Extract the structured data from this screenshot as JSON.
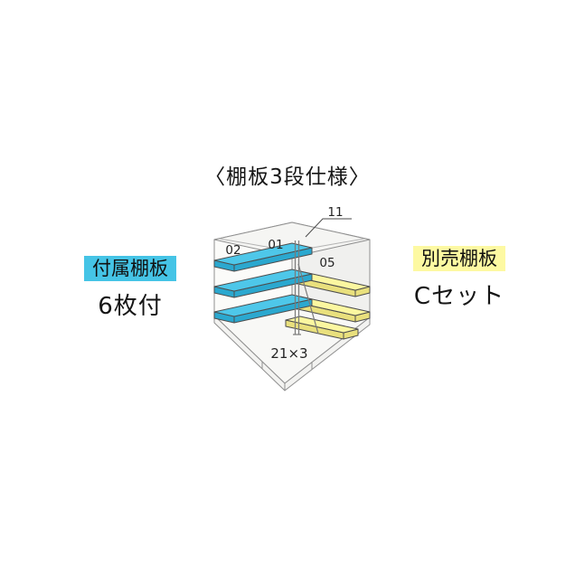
{
  "title": "〈棚板3段仕様〉",
  "included": {
    "chip": "付属棚板",
    "count": "6枚付"
  },
  "optional": {
    "chip": "別売棚板",
    "set": "Cセット"
  },
  "diagram": {
    "parts": {
      "roof": "11",
      "left_panel": "02",
      "back_panel": "01",
      "right_panel": "05",
      "support": "21×3"
    },
    "colors": {
      "included_shelf": "#4ec7e9",
      "included_shelf_edge": "#2ba8cf",
      "optional_shelf": "#fbf7a0",
      "optional_shelf_edge": "#e9e07d",
      "chip_included_bg": "#45c4e6",
      "chip_optional_bg": "#fdf9a2"
    }
  }
}
